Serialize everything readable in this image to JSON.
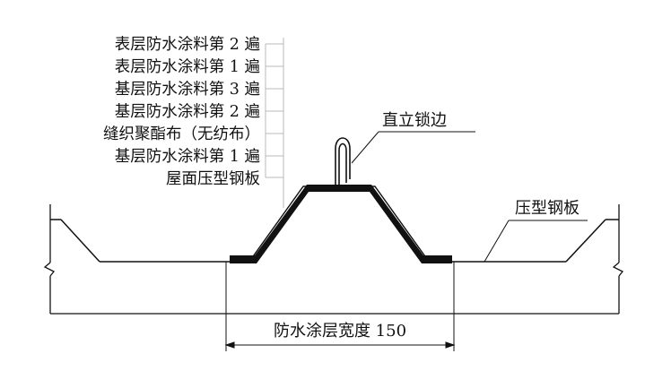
{
  "diagram": {
    "layer_labels": [
      "表层防水涂料第 2 遍",
      "表层防水涂料第 1 遍",
      "基层防水涂料第 3 遍",
      "基层防水涂料第 2 遍",
      "缝织聚酯布（无纺布）",
      "基层防水涂料第 1 遍",
      "屋面压型钢板"
    ],
    "seam_label": "直立锁边",
    "sheet_label": "压型钢板",
    "width_label": "防水涂层宽度 150"
  },
  "colors": {
    "line": "#111111",
    "background": "#ffffff",
    "leader": "#b8b8b8"
  }
}
